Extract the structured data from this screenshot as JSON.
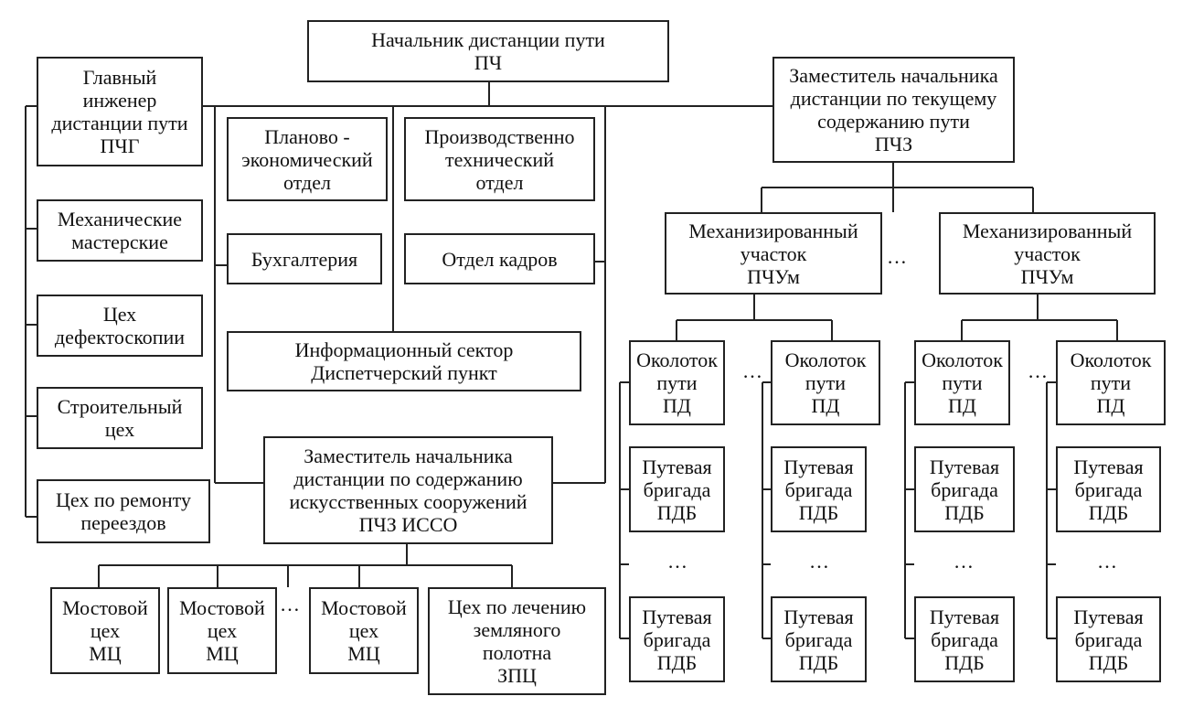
{
  "chart_data": {
    "type": "diagram",
    "nodes": {
      "head": [
        "Начальник дистанции пути",
        "ПЧ"
      ],
      "chief_engineer": [
        "Главный",
        "инженер",
        "дистанции пути",
        "ПЧГ"
      ],
      "mech_workshops": [
        "Механические",
        "мастерские"
      ],
      "defect_shop": [
        "Цех",
        "дефектоскопии"
      ],
      "construction_shop": [
        "Строительный",
        "цех"
      ],
      "crossing_shop": [
        "Цех по ремонту",
        "переездов"
      ],
      "planning_dept": [
        "Планово -",
        "экономический",
        "отдел"
      ],
      "production_dept": [
        "Производственно",
        "технический",
        "отдел"
      ],
      "accounting": [
        "Бухгалтерия"
      ],
      "hr_dept": [
        "Отдел кадров"
      ],
      "info_sector": [
        "Информационный сектор",
        "Диспетчерский пункт"
      ],
      "deputy_current": [
        "Заместитель начальника",
        "дистанции по текущему",
        "содержанию пути",
        "ПЧЗ"
      ],
      "deputy_isso": [
        "Заместитель начальника",
        "дистанции по содержанию",
        "искусственных сооружений",
        "ПЧЗ ИССО"
      ],
      "mech_section": [
        "Механизированный",
        "участок",
        "ПЧУм"
      ],
      "track_district": [
        "Околоток",
        "пути",
        "ПД"
      ],
      "track_brigade": [
        "Путевая",
        "бригада",
        "ПДБ"
      ],
      "bridge_shop": [
        "Мостовой",
        "цех",
        "МЦ"
      ],
      "earthwork_shop": [
        "Цех по лечению",
        "земляного",
        "полотна",
        "ЗПЦ"
      ]
    },
    "ellipsis": "…"
  }
}
